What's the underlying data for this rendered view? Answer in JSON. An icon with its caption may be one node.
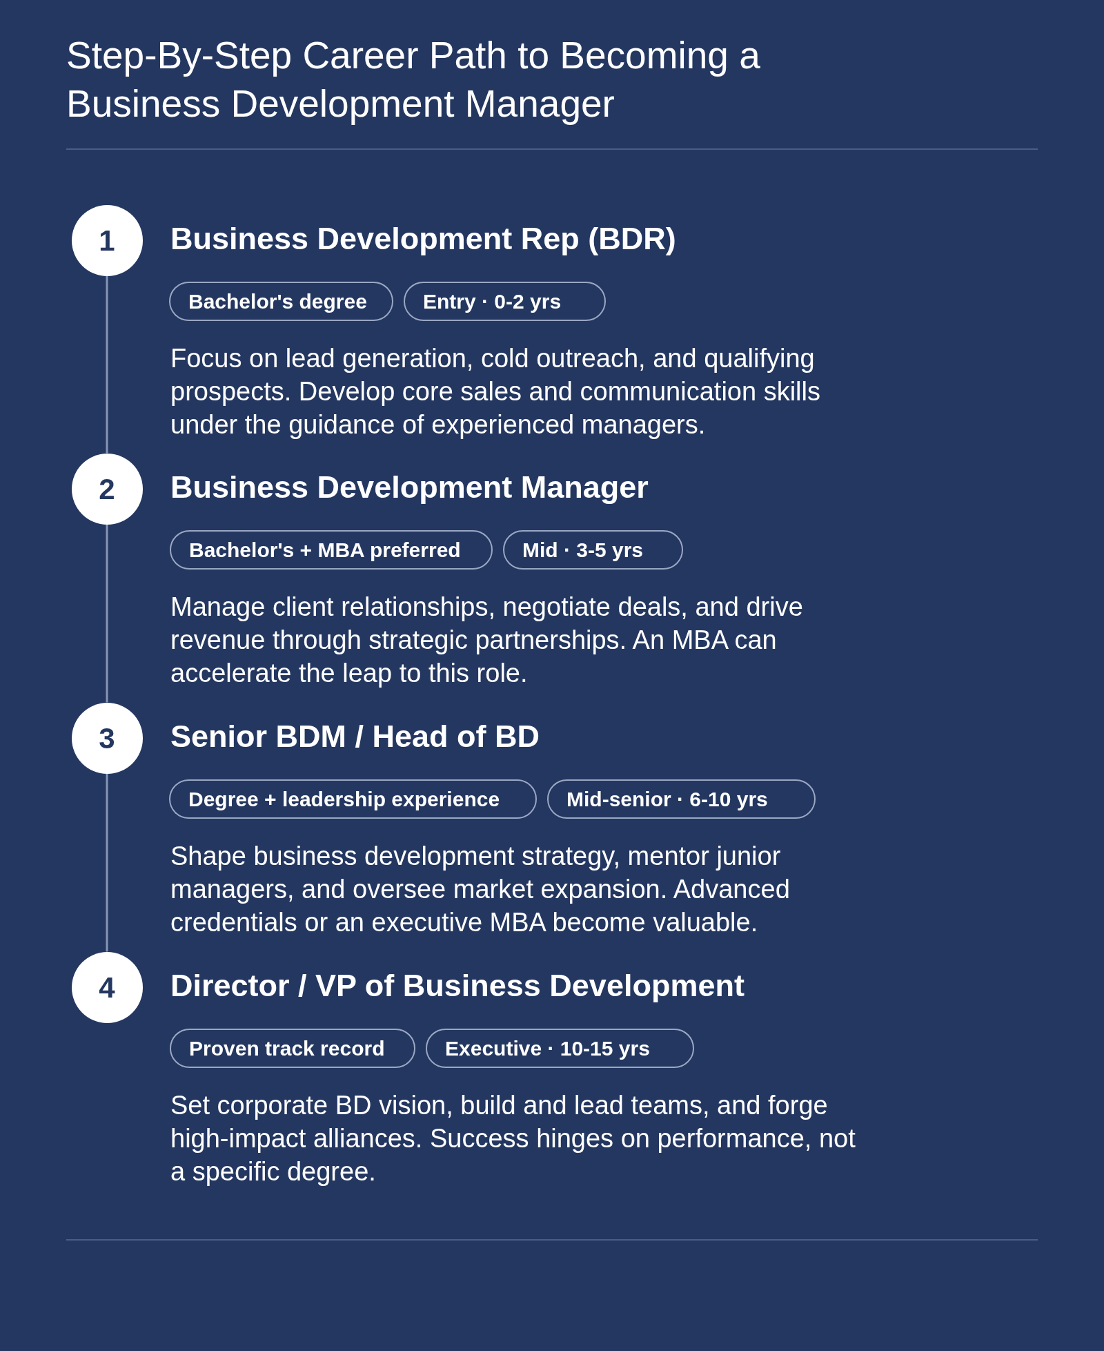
{
  "diagram": {
    "title": "Step-By-Step Career Path to Becoming a Business Development Manager",
    "nodes": [
      {
        "text": [
          "1"
        ],
        "beside": [
          "Business Development Rep (BDR)"
        ]
      },
      {
        "text": [
          "Bachelor's degree"
        ]
      },
      {
        "text": [
          "Entry · 0-2 yrs"
        ]
      },
      {
        "text": [
          "2"
        ],
        "beside": [
          "Business Development Manager"
        ]
      },
      {
        "text": [
          "Bachelor's + MBA preferred"
        ]
      },
      {
        "text": [
          "Mid · 3-5 yrs"
        ]
      },
      {
        "text": [
          "3"
        ],
        "beside": [
          "Senior BDM / Head of BD"
        ]
      },
      {
        "text": [
          "Degree + leadership experience"
        ]
      },
      {
        "text": [
          "Mid-senior · 6-10 yrs"
        ]
      },
      {
        "text": [
          "4"
        ],
        "beside": [
          "Director / VP of Business Development"
        ]
      },
      {
        "text": [
          "Proven track record"
        ]
      },
      {
        "text": [
          "Executive · 10-15 yrs"
        ]
      }
    ],
    "edges": [
      {
        "from": 0,
        "to": 3,
        "arrow": "none"
      },
      {
        "from": 3,
        "to": 6,
        "arrow": "none"
      },
      {
        "from": 6,
        "to": 9,
        "arrow": "none"
      }
    ],
    "labels": [
      "Focus on lead generation, cold outreach, and qualifying prospects. Develop core sales and communication skills under the guidance of experienced managers.",
      "Manage client relationships, negotiate deals, and drive revenue through strategic partnerships. An MBA can accelerate the leap to this role.",
      "Shape business development strategy, mentor junior managers, and oversee market expansion. Advanced credentials or an executive MBA become valuable.",
      "Set corporate BD vision, build and lead teams, and forge high-impact alliances. Success hinges on performance, not a specific degree."
    ]
  }
}
